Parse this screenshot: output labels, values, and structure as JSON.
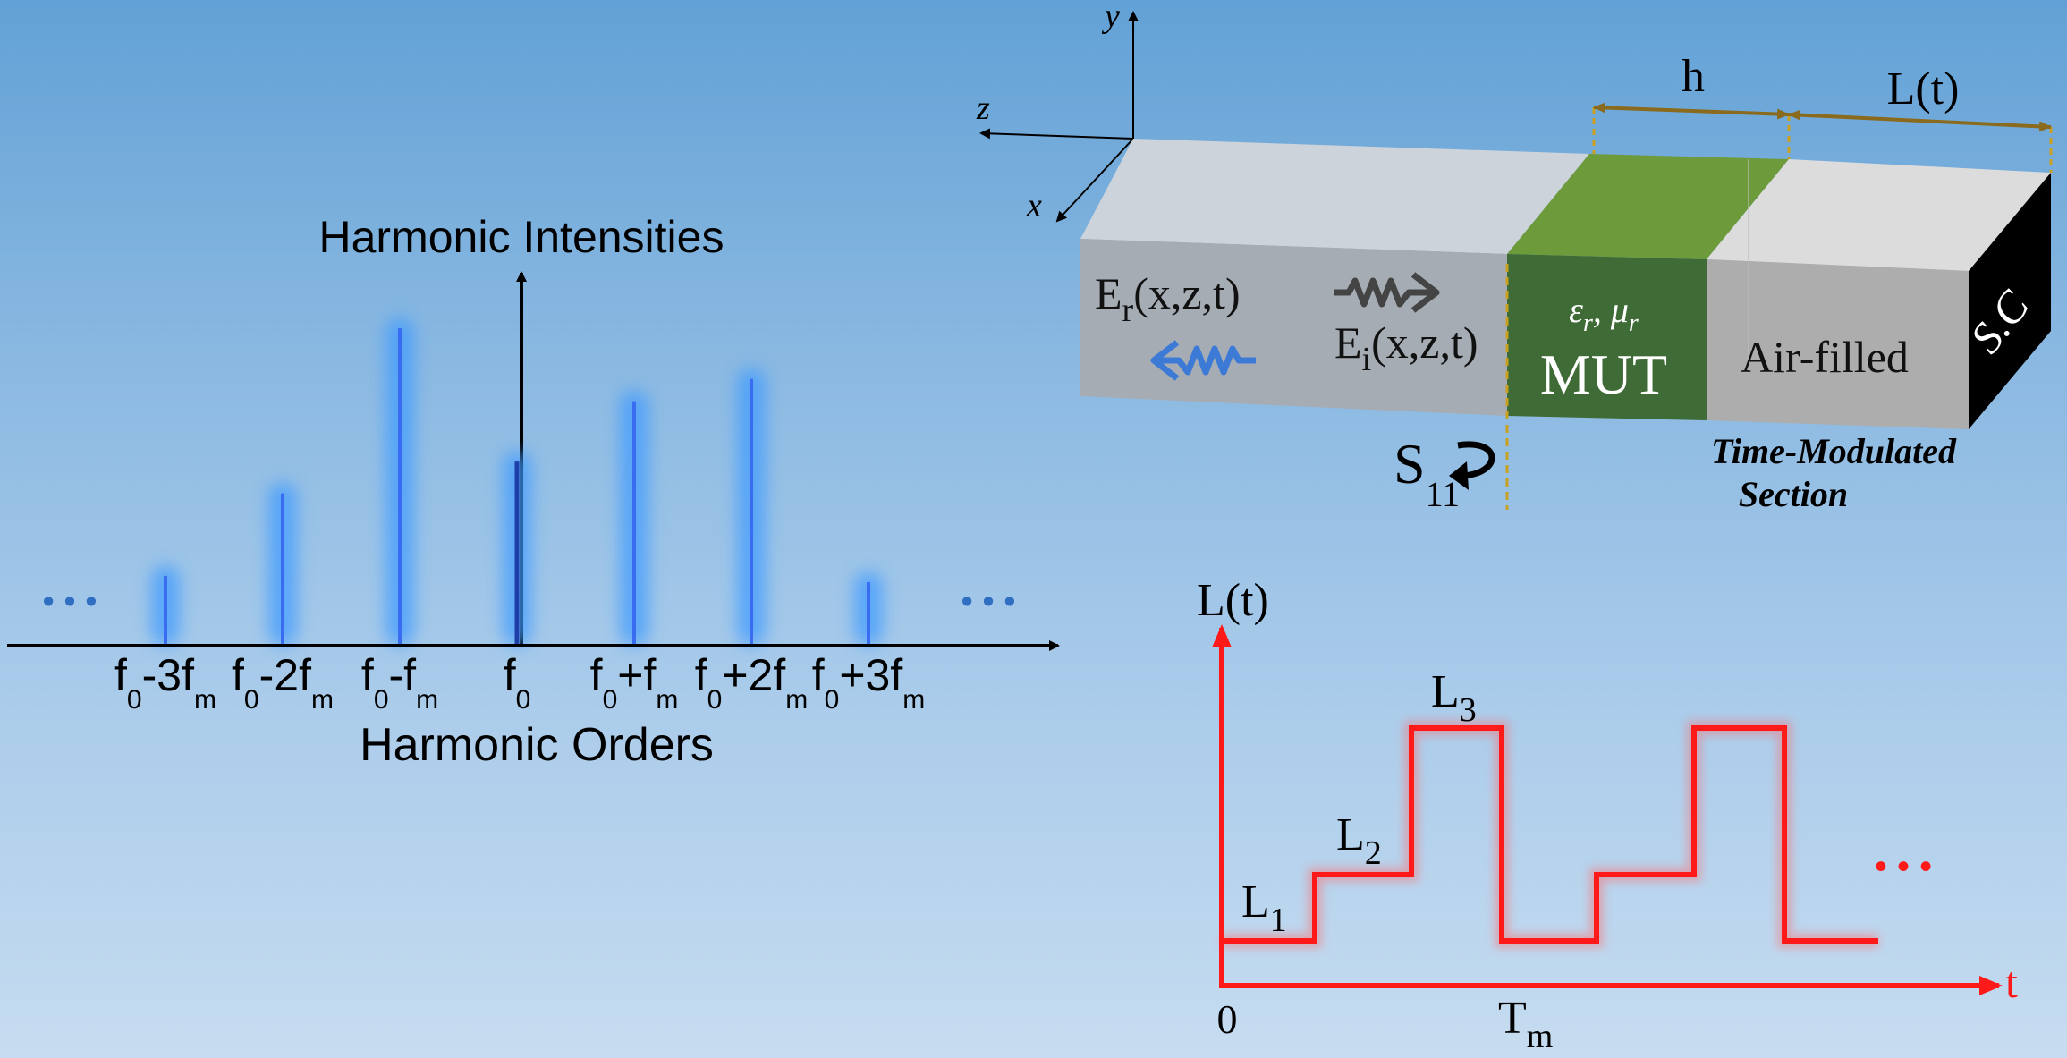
{
  "spectrum": {
    "title": "Harmonic Intensities",
    "axis_label": "Harmonic Orders",
    "ellipsis_left": "• • •",
    "ellipsis_right": "• • •",
    "ticks": [
      {
        "main": "f",
        "sub1": "0",
        "tail": "-3f",
        "sub2": "m"
      },
      {
        "main": "f",
        "sub1": "0",
        "tail": "-2f",
        "sub2": "m"
      },
      {
        "main": "f",
        "sub1": "0",
        "tail": "-f",
        "sub2": "m"
      },
      {
        "main": "f",
        "sub1": "0",
        "tail": "",
        "sub2": ""
      },
      {
        "main": "f",
        "sub1": "0",
        "tail": "+f",
        "sub2": "m"
      },
      {
        "main": "f",
        "sub1": "0",
        "tail": "+2f",
        "sub2": "m"
      },
      {
        "main": "f",
        "sub1": "0",
        "tail": "+3f",
        "sub2": "m"
      }
    ],
    "relative_intensities": [
      0.22,
      0.48,
      1.0,
      0.58,
      0.77,
      0.84,
      0.2
    ],
    "bar_color": "#3a6cf2",
    "glow_color": "#3f9bff"
  },
  "axes3d": {
    "x": "x",
    "y": "y",
    "z": "z"
  },
  "waveguide": {
    "er_main": "E",
    "er_sub": "r",
    "er_args": "(x,z,t)",
    "ei_main": "E",
    "ei_sub": "i",
    "ei_args": "(x,z,t)",
    "mut_params": "εr, μr",
    "mut_label": "MUT",
    "air_label": "Air-filled",
    "sc_label": "S.C",
    "h_label": "h",
    "l_label": "L(t)",
    "s11_main": "S",
    "s11_sub": "11",
    "time_mod_line1": "Time-Modulated",
    "time_mod_line2": "Section",
    "mut_color": "#3f6b36",
    "mut_top_color": "#6d9b3c"
  },
  "step": {
    "ylabel": "L(t)",
    "xlabel": "t",
    "origin": "0",
    "period_main": "T",
    "period_sub": "m",
    "levels": [
      {
        "main": "L",
        "sub": "1"
      },
      {
        "main": "L",
        "sub": "2"
      },
      {
        "main": "L",
        "sub": "3"
      }
    ],
    "ellipsis": "• • •",
    "line_color": "#ff1a1a"
  }
}
